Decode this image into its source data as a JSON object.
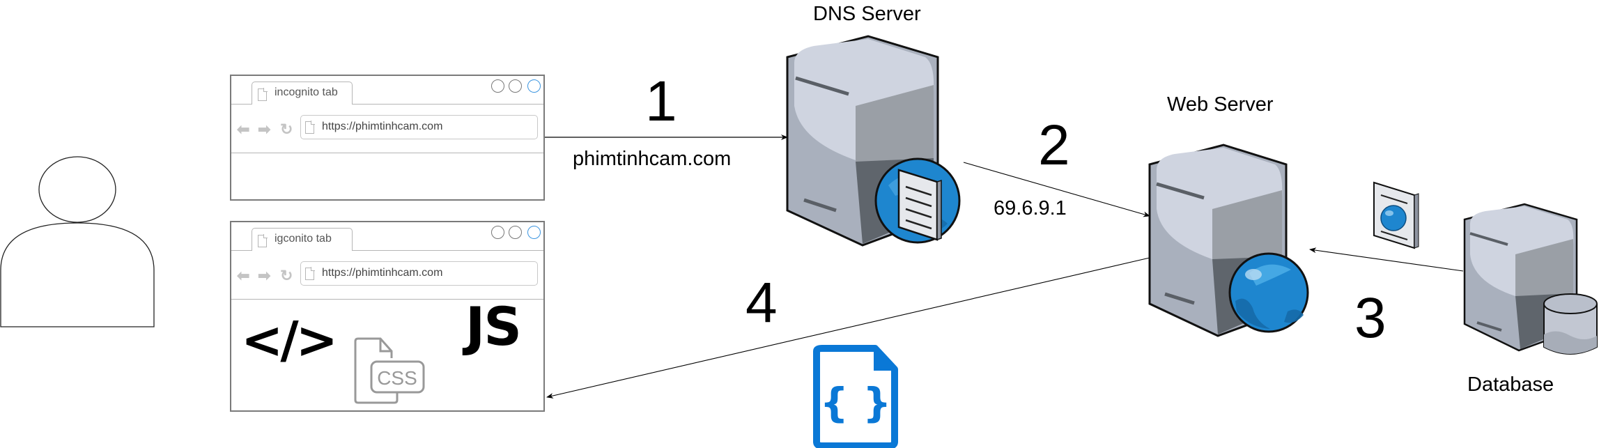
{
  "diagram": {
    "title": "DNS resolution and page load flow",
    "user": {
      "label": ""
    },
    "browsers": [
      {
        "tab_label": "incognito tab",
        "url": "https://phimtinhcam.com",
        "content": []
      },
      {
        "tab_label": "igconito tab",
        "url": "https://phimtinhcam.com",
        "content": [
          {
            "icon": "html-code-icon",
            "text": "</>"
          },
          {
            "icon": "css-file-icon",
            "text": "CSS"
          },
          {
            "icon": "javascript-icon",
            "text": "JS"
          }
        ]
      }
    ],
    "nodes": {
      "dns_server": {
        "label": "DNS Server"
      },
      "web_server": {
        "label": "Web Server"
      },
      "database": {
        "label": "Database"
      }
    },
    "steps": [
      {
        "number": "1",
        "annotation": "phimtinhcam.com",
        "from": "browser",
        "to": "DNS Server"
      },
      {
        "number": "2",
        "annotation": "69.6.9.1",
        "from": "DNS Server",
        "to": "Web Server"
      },
      {
        "number": "3",
        "annotation": "",
        "from": "Database",
        "to": "Web Server"
      },
      {
        "number": "4",
        "annotation": "",
        "from": "Web Server",
        "to": "browser"
      }
    ],
    "json_file_icon_text": "{ }",
    "colors": {
      "accent_blue": "#0a78d6",
      "server_light": "#cfd4e0",
      "server_mid": "#a9b0bd",
      "server_dark": "#5f656c",
      "window_blue": "#3b95e0"
    }
  }
}
